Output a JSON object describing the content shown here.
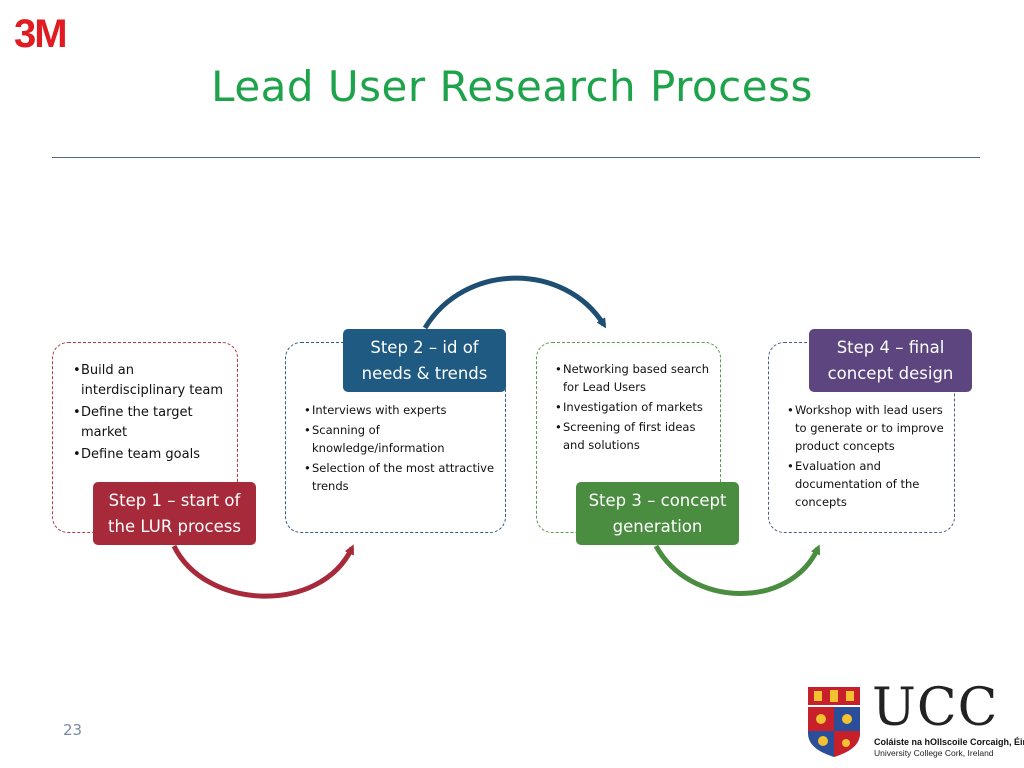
{
  "logo": {
    "text": "3M"
  },
  "title": "Lead User Research Process",
  "steps": [
    {
      "label": "Step 1 – start  of the LUR process",
      "color": "#a62a3a",
      "bullets": [
        "Build an interdisciplinary team",
        "Define the target market",
        "Define team goals"
      ]
    },
    {
      "label": "Step 2 – id of needs & trends",
      "color": "#1e5a82",
      "bullets": [
        "Interviews with experts",
        "Scanning of knowledge/information",
        "Selection of the most attractive trends"
      ]
    },
    {
      "label": "Step 3 – concept generation",
      "color": "#4a8c40",
      "bullets": [
        "Networking based search for Lead Users",
        "Investigation of markets",
        "Screening of first ideas and solutions"
      ]
    },
    {
      "label": "Step 4 – final concept design",
      "color": "#5d4680",
      "bullets": [
        "Workshop with lead users to generate or to improve product concepts",
        "Evaluation and documentation of the concepts"
      ]
    }
  ],
  "page_number": "23",
  "footer_logo": {
    "name": "UCC",
    "line1": "Coláiste na hOllscoile Corcaigh, Éire",
    "line2": "University College Cork, Ireland"
  }
}
